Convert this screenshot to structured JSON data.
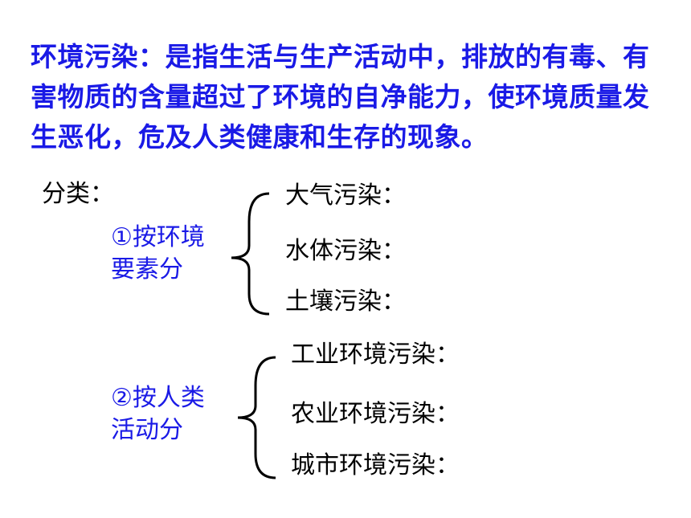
{
  "definition": "环境污染：是指生活与生产活动中，排放的有毒、有害物质的含量超过了环境的自净能力，使环境质量发生恶化，危及人类健康和生存的现象。",
  "classification_label": "分类：",
  "groups": [
    {
      "label_line1": "①按环境",
      "label_line2": "要素分",
      "items": [
        "大气污染：",
        "水体污染：",
        "土壤污染："
      ]
    },
    {
      "label_line1": "②按人类",
      "label_line2": "活动分",
      "items": [
        "工业环境污染：",
        "农业环境污染：",
        "城市环境污染："
      ]
    }
  ],
  "colors": {
    "blue_text": "#1a1ae6",
    "black_text": "#000000"
  }
}
